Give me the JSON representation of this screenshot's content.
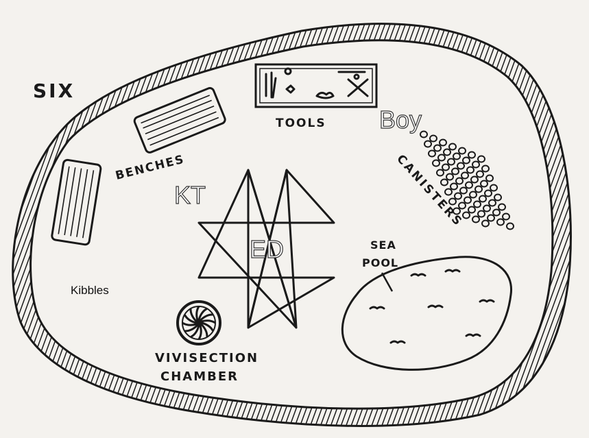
{
  "map": {
    "title": "SIX",
    "labels": {
      "benches": "BENCHES",
      "tools": "TOOLS",
      "canisters": "CANISTERS",
      "sea": "SEA",
      "pool": "POOL",
      "vivisection": "VIVISECTION",
      "chamber": "CHAMBER"
    },
    "overlays": {
      "boy": "Boy",
      "kt": "KT",
      "ed": "ED",
      "kibbles": "Kibbles"
    }
  },
  "colors": {
    "ink": "#1a1a1a",
    "paper": "#f4f2ee",
    "overlay_fill": "#ffffff"
  }
}
